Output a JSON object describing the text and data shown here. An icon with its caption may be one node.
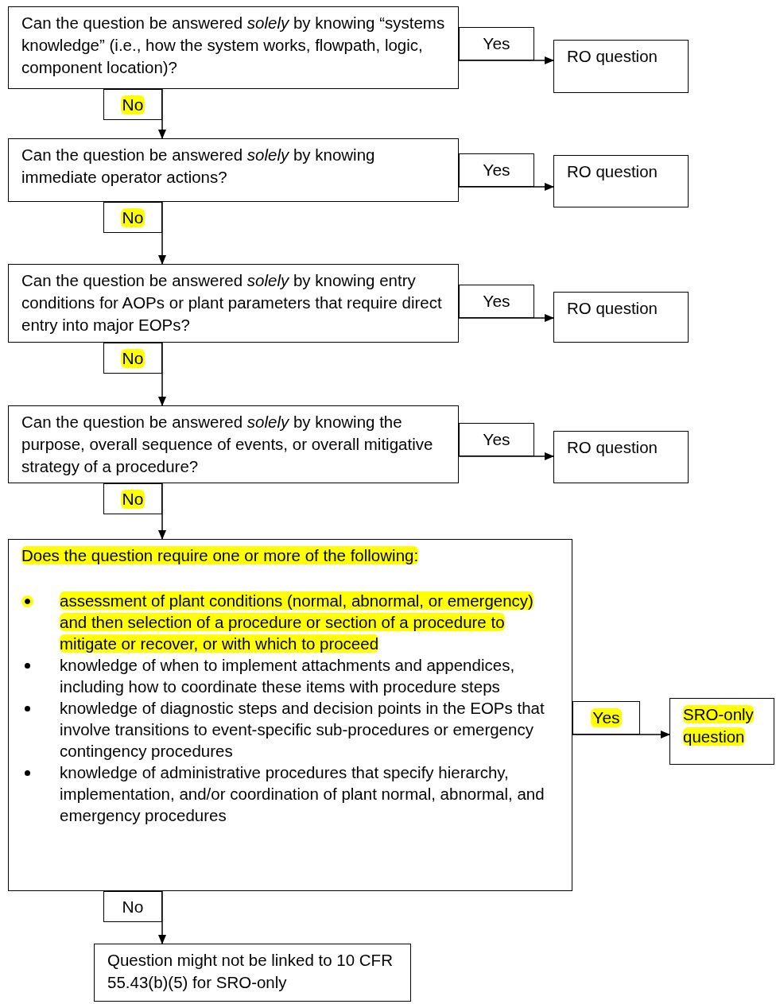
{
  "diagram": {
    "nodes": [
      {
        "text": [
          "Can the question be answered *solely* by knowing “systems knowledge” (i.e., how the system works, flowpath, logic, component location)?"
        ]
      },
      {
        "text": [
          "RO question"
        ]
      },
      {
        "text": [
          "Can the question be answered *solely* by knowing immediate operator actions?"
        ]
      },
      {
        "text": [
          "RO question"
        ]
      },
      {
        "text": [
          "Can the question be answered *solely* by knowing entry conditions for AOPs or plant parameters that require direct entry into major EOPs?"
        ]
      },
      {
        "text": [
          "RO question"
        ]
      },
      {
        "text": [
          "Can the question be answered *solely* by knowing the purpose, overall sequence of events, or overall mitigative strategy of a procedure?"
        ]
      },
      {
        "text": [
          "RO question"
        ]
      },
      {
        "text": [
          "Does the question require one or more of the following:",
          "assessment of plant conditions (normal, abnormal, or emergency) and then selection of a procedure or section of a procedure to mitigate or recover, or with which to proceed",
          "knowledge of when to implement attachments and appendices, including how to coordinate these items with procedure steps",
          "knowledge of diagnostic steps and decision points in the EOPs that involve transitions to event-specific sub-procedures or emergency contingency procedures",
          "knowledge of administrative procedures that specify hierarchy, implementation, and/or coordination of plant normal, abnormal, and emergency procedures"
        ]
      },
      {
        "text": [
          "SRO-only question"
        ]
      },
      {
        "text": [
          "Question might not be linked to 10 CFR 55.43(b)(5) for SRO-only"
        ]
      }
    ],
    "edges": [
      {
        "from": 0,
        "to": 1,
        "arrow": "to",
        "label": "Yes"
      },
      {
        "from": 0,
        "to": 2,
        "arrow": "to",
        "label": "No"
      },
      {
        "from": 2,
        "to": 3,
        "arrow": "to",
        "label": "Yes"
      },
      {
        "from": 2,
        "to": 4,
        "arrow": "to",
        "label": "No"
      },
      {
        "from": 4,
        "to": 5,
        "arrow": "to",
        "label": "Yes"
      },
      {
        "from": 4,
        "to": 6,
        "arrow": "to",
        "label": "No"
      },
      {
        "from": 6,
        "to": 7,
        "arrow": "to",
        "label": "Yes"
      },
      {
        "from": 6,
        "to": 8,
        "arrow": "to",
        "label": "No"
      },
      {
        "from": 8,
        "to": 9,
        "arrow": "to",
        "label": "Yes"
      },
      {
        "from": 8,
        "to": 10,
        "arrow": "to",
        "label": "No"
      }
    ]
  }
}
